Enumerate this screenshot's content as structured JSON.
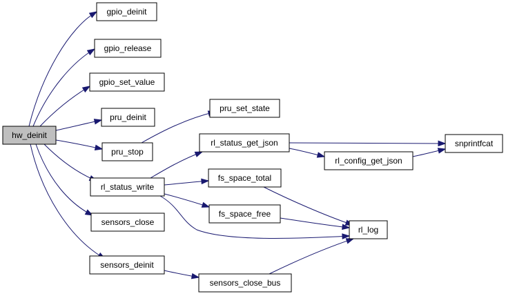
{
  "colors": {
    "edge": "#191970",
    "root_fill": "#bfbfbf",
    "node_fill": "#ffffff",
    "node_border": "#000000"
  },
  "nodes": {
    "hw_deinit": "hw_deinit",
    "gpio_deinit": "gpio_deinit",
    "gpio_release": "gpio_release",
    "gpio_set_value": "gpio_set_value",
    "pru_deinit": "pru_deinit",
    "pru_stop": "pru_stop",
    "pru_set_state": "pru_set_state",
    "rl_status_write": "rl_status_write",
    "rl_status_get_json": "rl_status_get_json",
    "rl_config_get_json": "rl_config_get_json",
    "snprintfcat": "snprintfcat",
    "fs_space_total": "fs_space_total",
    "fs_space_free": "fs_space_free",
    "rl_log": "rl_log",
    "sensors_close": "sensors_close",
    "sensors_deinit": "sensors_deinit",
    "sensors_close_bus": "sensors_close_bus"
  },
  "edges": [
    [
      "hw_deinit",
      "gpio_deinit"
    ],
    [
      "hw_deinit",
      "gpio_release"
    ],
    [
      "hw_deinit",
      "gpio_set_value"
    ],
    [
      "hw_deinit",
      "pru_deinit"
    ],
    [
      "hw_deinit",
      "pru_stop"
    ],
    [
      "hw_deinit",
      "rl_status_write"
    ],
    [
      "hw_deinit",
      "sensors_close"
    ],
    [
      "hw_deinit",
      "sensors_deinit"
    ],
    [
      "pru_stop",
      "pru_set_state"
    ],
    [
      "rl_status_write",
      "rl_status_get_json"
    ],
    [
      "rl_status_write",
      "fs_space_total"
    ],
    [
      "rl_status_write",
      "fs_space_free"
    ],
    [
      "rl_status_write",
      "rl_log"
    ],
    [
      "rl_status_get_json",
      "snprintfcat"
    ],
    [
      "rl_status_get_json",
      "rl_config_get_json"
    ],
    [
      "rl_config_get_json",
      "snprintfcat"
    ],
    [
      "fs_space_total",
      "rl_log"
    ],
    [
      "fs_space_free",
      "rl_log"
    ],
    [
      "sensors_deinit",
      "sensors_close_bus"
    ],
    [
      "sensors_close_bus",
      "rl_log"
    ]
  ]
}
